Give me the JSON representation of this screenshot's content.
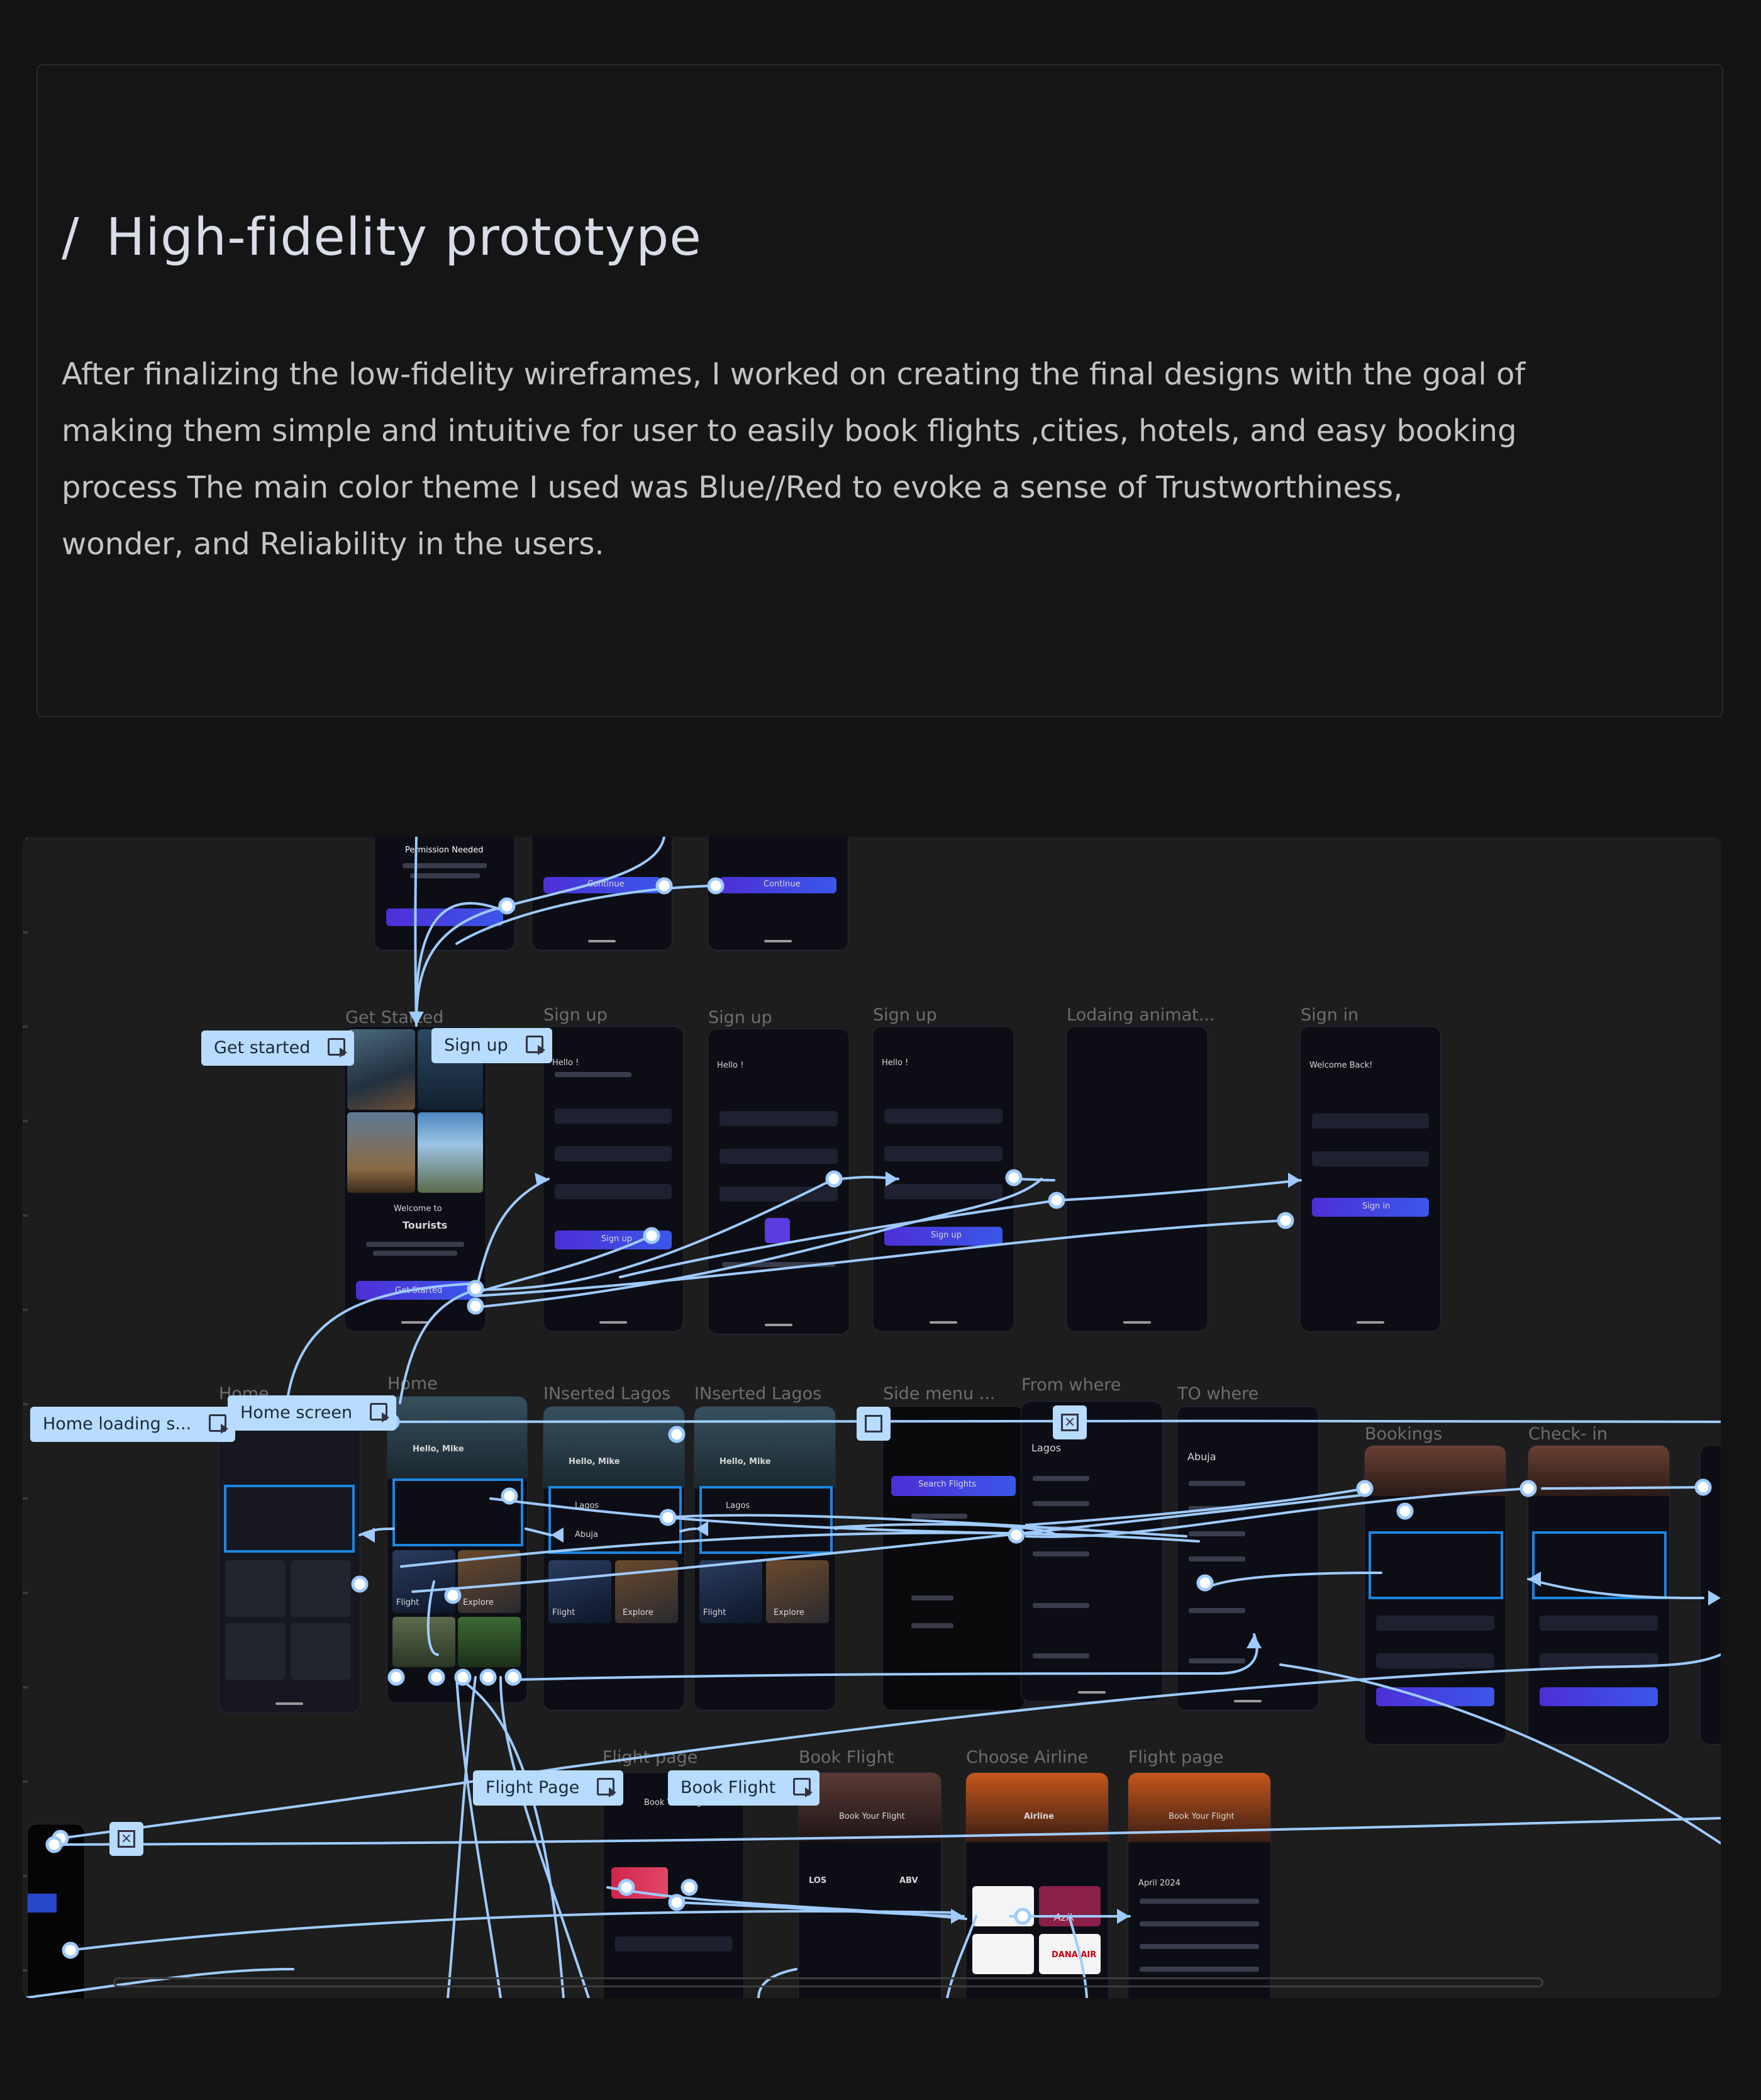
{
  "section": {
    "slash": "/",
    "title": "High-fidelity prototype",
    "body": "After finalizing the low-fidelity wireframes, I worked on creating the final designs with the goal of making them simple and intuitive for user to easily book flights ,cities, hotels, and easy booking process The main color theme I used was Blue//Red to evoke a sense of Trustworthiness, wonder, and Reliability in the users."
  },
  "canvas": {
    "frame_titles": {
      "get_started": "Get Started",
      "sign_up_1": "Sign up",
      "sign_up_2": "Sign up",
      "sign_up_3": "Sign up",
      "loading": "Lodaing animat...",
      "sign_in": "Sign in",
      "home_1": "Home",
      "home_2": "Home",
      "inserted_1": "INserted Lagos",
      "inserted_2": "INserted Lagos",
      "side_menu": "Side menu ...",
      "from_where": "From where",
      "to_where": "TO where",
      "bookings": "Bookings",
      "check_in": "Check- in",
      "flight_page_1": "Flight page",
      "book_flight": "Book Flight",
      "choose_airline": "Choose Airline",
      "flight_page_2": "Flight page"
    },
    "flow_labels": {
      "get_started": "Get started",
      "sign_up": "Sign up",
      "home_loading": "Home loading s...",
      "home_screen": "Home screen",
      "flight_page": "Flight Page",
      "book_flight": "Book Flight"
    },
    "screen_text": {
      "permission": "Permission Needed",
      "continue": "Continue",
      "hello": "Hello !",
      "welcome_back": "Welcome Back!",
      "sign_in": "Sign in",
      "sign_up": "Sign up",
      "welcome_to": "Welcome to",
      "tourists": "Tourists",
      "get_started": "Get Started",
      "hello_mike": "Hello, Mike",
      "flight": "Flight",
      "explore": "Explore",
      "lagos": "Lagos",
      "abuja": "Abuja",
      "search_flights": "Search Flights",
      "book_your_flight": "Book Your Flight",
      "airline": "Airline",
      "april": "April 2024",
      "azik": "Azik",
      "dana": "DANA AIR",
      "los": "LOS",
      "abv": "ABV"
    }
  }
}
